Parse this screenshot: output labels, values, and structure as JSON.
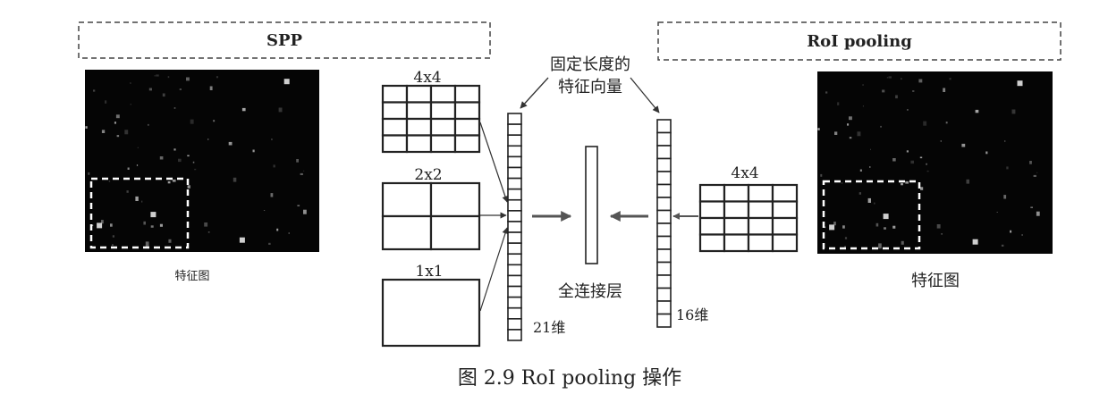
{
  "spp": {
    "title": "SPP",
    "feature_map_label": "特征图",
    "grids": [
      {
        "label": "4x4",
        "rows": 4,
        "cols": 4
      },
      {
        "label": "2x2",
        "rows": 2,
        "cols": 2
      },
      {
        "label": "1x1",
        "rows": 1,
        "cols": 1
      }
    ],
    "vector_cells": 21,
    "vector_label": "21维"
  },
  "roi": {
    "title": "RoI pooling",
    "feature_map_label": "特征图",
    "grid": {
      "label": "4x4",
      "rows": 4,
      "cols": 4
    },
    "vector_cells": 16,
    "vector_label": "16维"
  },
  "center": {
    "fixed_vector_line1": "固定长度的",
    "fixed_vector_line2": "特征向量",
    "fc_label": "全连接层"
  },
  "caption": "图 2.9 RoI pooling 操作",
  "colors": {
    "ink": "#222222",
    "feature_map_bg": "#050505",
    "roi_box": "#ffffff"
  }
}
